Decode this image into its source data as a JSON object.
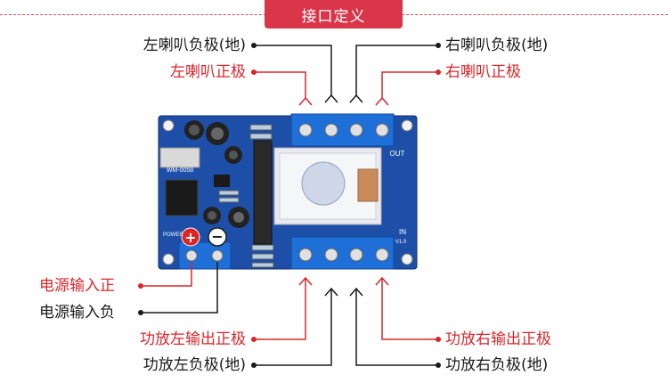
{
  "header": {
    "title": "接口定义"
  },
  "board": {
    "model": "WM-0058",
    "power_label": "POWER",
    "plus_symbol": "+",
    "minus_symbol": "−",
    "in_label": "IN",
    "out_label": "OUT",
    "version": "V1.0"
  },
  "labels": {
    "left_speaker_neg": "左喇叭负极(地)",
    "left_speaker_pos": "左喇叭正极",
    "right_speaker_neg": "右喇叭负极(地)",
    "right_speaker_pos": "右喇叭正极",
    "power_in_pos": "电源输入正",
    "power_in_neg": "电源输入负",
    "amp_left_out_pos": "功放左输出正极",
    "amp_left_neg": "功放左负极(地)",
    "amp_right_out_pos": "功放右输出正极",
    "amp_right_neg": "功放右负极(地)"
  },
  "colors": {
    "red": "#d8262b",
    "black": "#1a1a1a",
    "board": "#1d4fa8",
    "terminal": "#1e6fd8",
    "accent": "#d9364a"
  }
}
